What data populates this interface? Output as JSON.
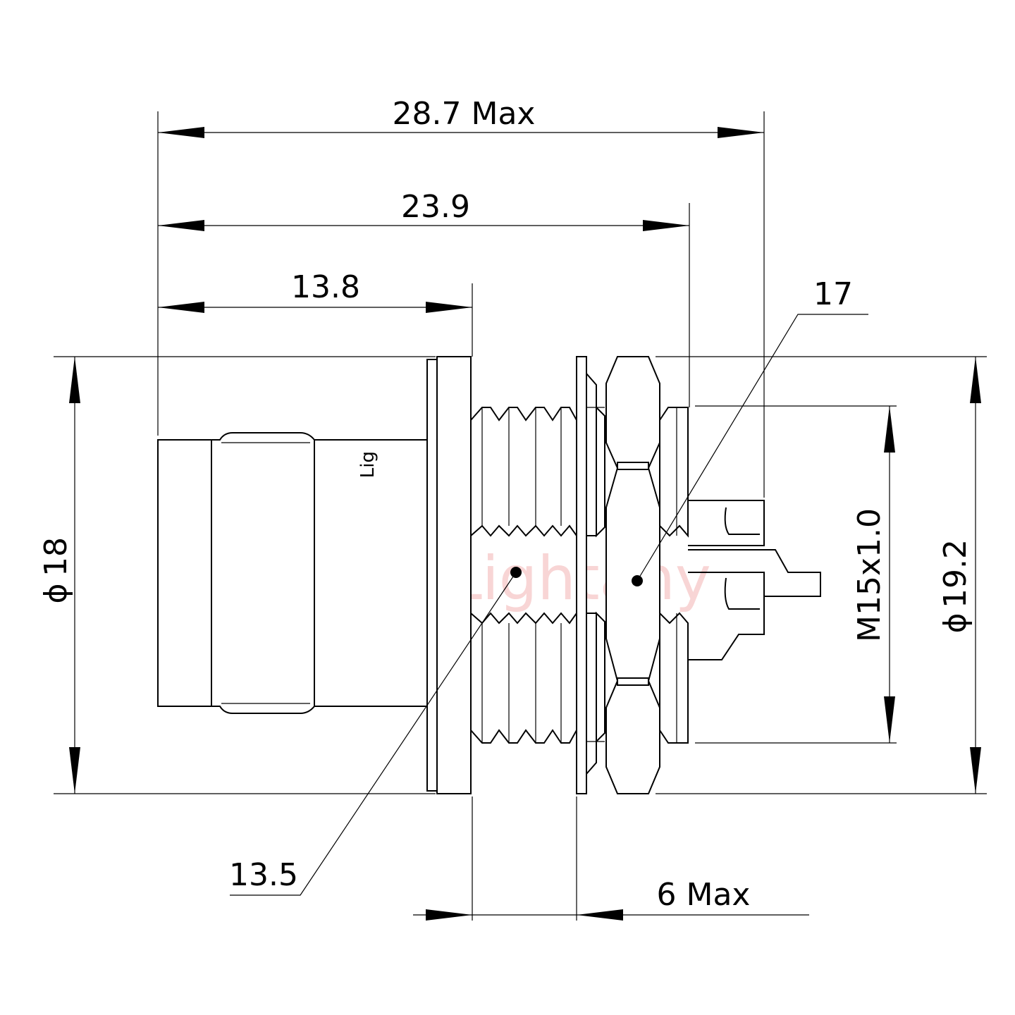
{
  "drawing": {
    "watermark": "Lightany",
    "body_marking": "Lig",
    "dimensions": {
      "overall_length": "28.7 Max",
      "length_to_shoulder": "23.9",
      "length_to_flange": "13.8",
      "hex_nut_across_flats": "17",
      "locknut_across_flats": "13.5",
      "panel_thickness": "6 Max",
      "body_diameter_prefix": "ϕ",
      "body_diameter": "18",
      "thread_spec": "M15x1.0",
      "flange_diameter_prefix": "ϕ",
      "flange_diameter": "19.2"
    }
  }
}
